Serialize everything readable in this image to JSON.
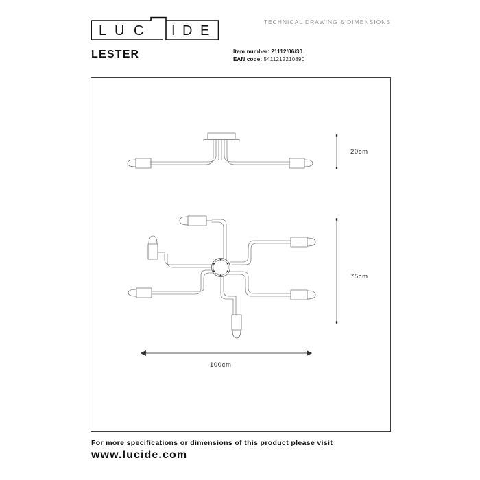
{
  "header": {
    "brand": "LUCIDE",
    "brand_letters": [
      "L",
      "U",
      "C",
      "I",
      "D",
      "E"
    ],
    "tagline": "TECHNICAL DRAWING & DIMENSIONS",
    "product_name": "LESTER",
    "item_number_label": "Item number:",
    "item_number_value": "21112/06/30",
    "ean_label": "EAN code",
    "ean_separator": ":",
    "ean_value": "5411212210890"
  },
  "drawing": {
    "views": [
      {
        "name": "side-elevation",
        "description": "Side view of ceiling-mounted fixture with canopy and two horizontal arms with bulbs",
        "dimension": "20cm"
      },
      {
        "name": "top-plan",
        "description": "Top view of fixture: six arms radiating from central circular hub, each ending in a bulb",
        "dimension": "75cm"
      }
    ],
    "dimensions": {
      "height": "20cm",
      "depth": "75cm",
      "width": "100cm"
    },
    "bulb_count": 6,
    "stroke_color": "#8c8c8c",
    "frame_color": "#3d3d3d"
  },
  "footer": {
    "line1": "For more specifications or dimensions of this product please visit",
    "line2": "www.lucide.com"
  }
}
